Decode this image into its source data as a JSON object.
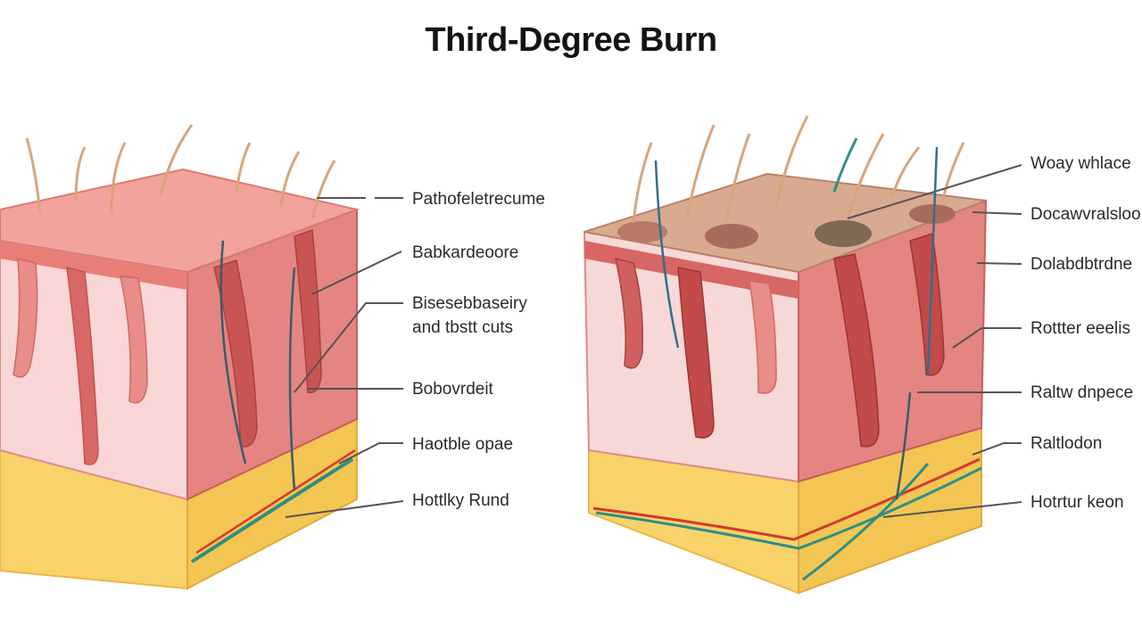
{
  "title": "Third-Degree Burn",
  "left_labels": [
    "Pathofeletrecume",
    "Babkardeoore",
    "Bisesebbaseiry",
    "and tbstt cuts",
    "Bobovrdeit",
    "Haotble opae",
    "Hottlky Rund"
  ],
  "right_labels": [
    "Woay whlace",
    "Docawvralsloo",
    "Dolabdbtrdne",
    "Rottter eeelis",
    "Raltw dnpece",
    "Raltlodon",
    "Hotrtur keon"
  ],
  "colors": {
    "epidermis": "#f2a39b",
    "dermis": "#e77f78",
    "dermis_side": "#cf5f5c",
    "fat": "#f7d36a",
    "burned_surface": "#d8aa90",
    "leader_line": "#555555"
  }
}
